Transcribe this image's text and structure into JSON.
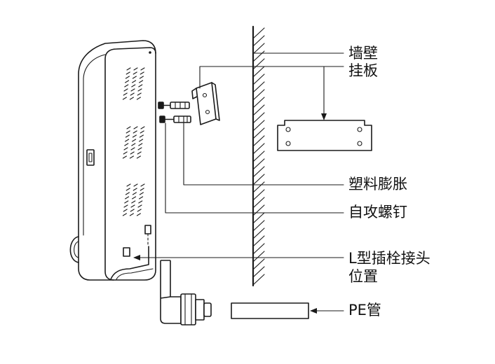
{
  "diagram": {
    "labels": {
      "wall": "墙壁",
      "hanging_plate": "挂板",
      "plastic_expansion": "塑料膨胀",
      "self_tapping_screw": "自攻螺钉",
      "l_connector": [
        "L型插栓接头",
        "位置"
      ],
      "pe_pipe": "PE管"
    },
    "colors": {
      "line": "#1a1a1a",
      "background": "#ffffff"
    }
  }
}
